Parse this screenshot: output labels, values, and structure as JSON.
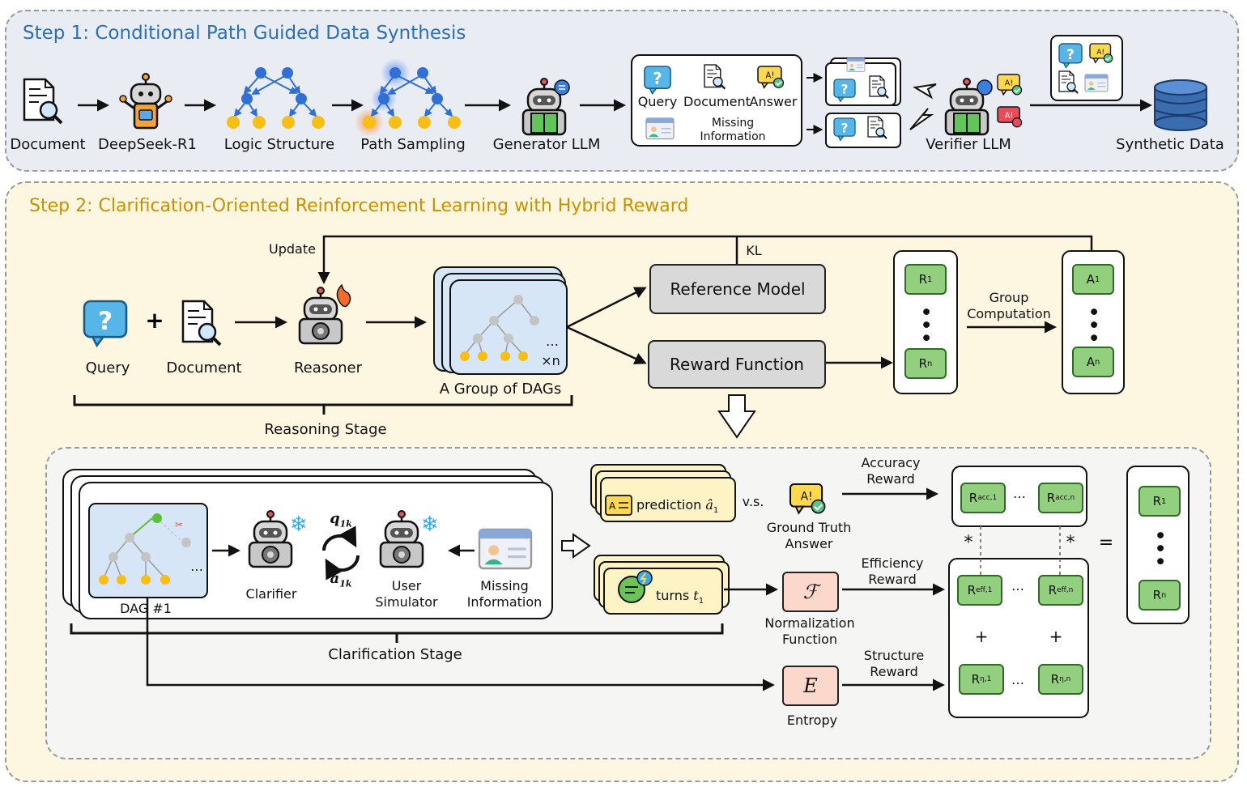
{
  "step1": {
    "title": "Step 1: Conditional Path Guided Data Synthesis",
    "labels": {
      "document": "Document",
      "deepseek": "DeepSeek-R1",
      "logic": "Logic Structure",
      "path": "Path Sampling",
      "generator": "Generator LLM",
      "query": "Query",
      "document2": "Document",
      "answer": "Answer",
      "missing": "Missing\nInformation",
      "verifier": "Verifier LLM",
      "synthetic": "Synthetic Data"
    }
  },
  "step2": {
    "title": "Step 2: Clarification-Oriented Reinforcement Learning with Hybrid Reward",
    "update": "Update",
    "kl": "KL",
    "query": "Query",
    "document": "Document",
    "reasoner": "Reasoner",
    "dags": "A Group of DAGs",
    "xn": "×n",
    "reference": "Reference Model",
    "reward_fn": "Reward Function",
    "group_comp": "Group\nComputation",
    "reasoning_stage": "Reasoning Stage",
    "r1": "R",
    "rn": "R",
    "a1": "A",
    "an": "A"
  },
  "clar": {
    "dag": "DAG #1",
    "clarifier": "Clarifier",
    "q": "q",
    "q_sub": "1k",
    "a": "a",
    "a_sub": "1k",
    "user_sim": "User\nSimulator",
    "missing": "Missing\nInformation",
    "stage": "Clarification Stage",
    "prediction": "prediction",
    "pred_sym": "â",
    "pred_sub": "1",
    "vs": "v.s.",
    "gt": "Ground Truth\nAnswer",
    "acc_reward": "Accuracy\nReward",
    "turns": "turns",
    "turns_sym": "t",
    "turns_sub": "1",
    "norm_fn": "Normalization\nFunction",
    "eff_reward": "Efficiency\nReward",
    "struct_reward": "Structure\nReward",
    "entropy": "Entropy",
    "f": "ℱ",
    "e": "E",
    "r_acc1": "acc,1",
    "r_accn": "acc,n",
    "r_eff1": "eff,1",
    "r_effn": "eff,n",
    "r_eta1": "η,1",
    "r_etan": "η,n",
    "plus": "+",
    "star": "*",
    "eq": "=",
    "ellipsis": "…"
  },
  "colors": {
    "step1_bg": "#e9edf3",
    "step2_bg": "#fdf6e1",
    "reward_tile": "#92cf7e",
    "title1": "#2e6fb0",
    "title2": "#c99100"
  }
}
